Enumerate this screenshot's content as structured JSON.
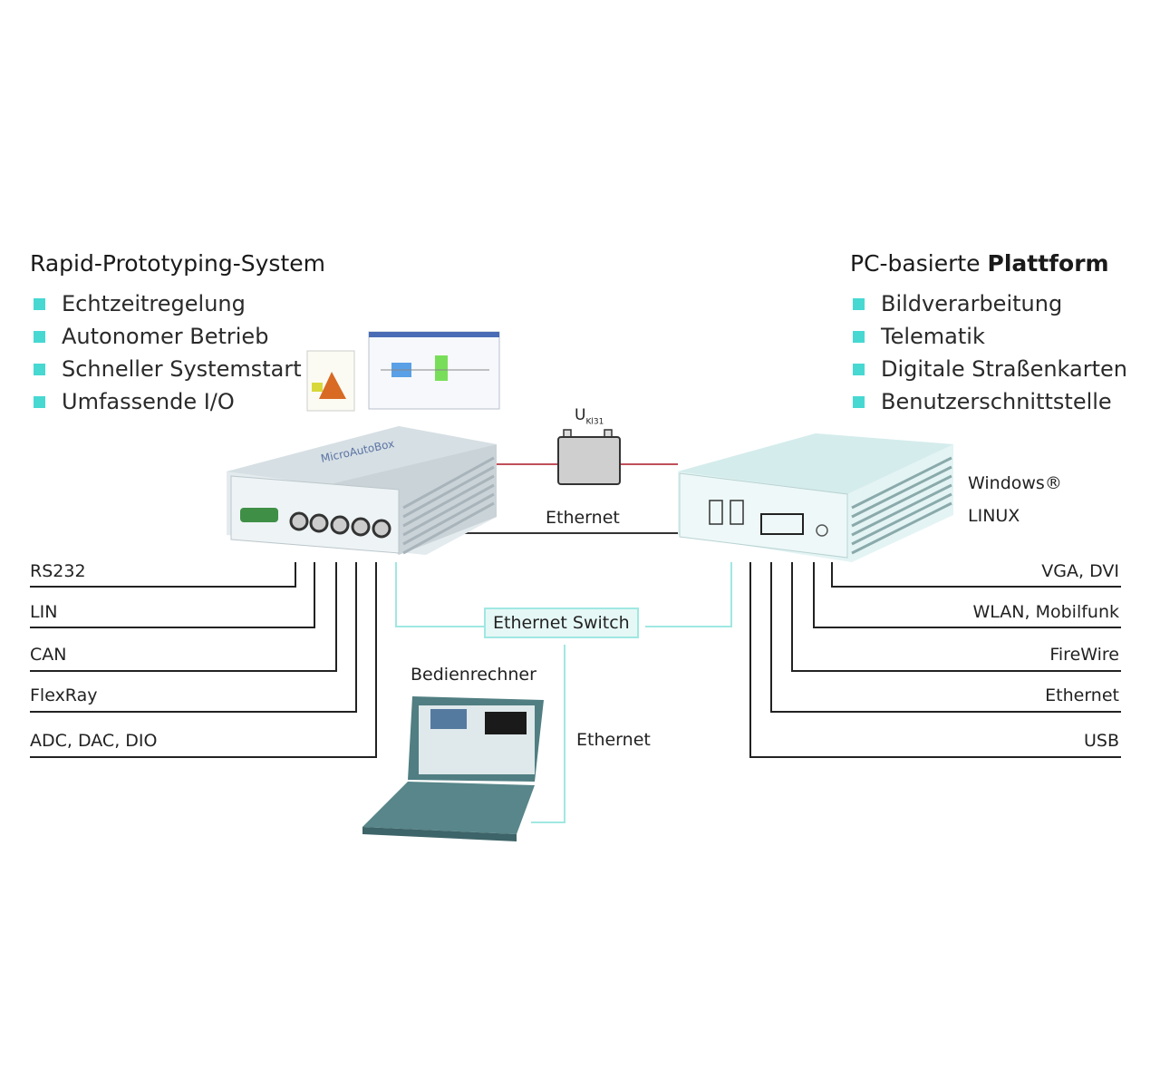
{
  "left_panel": {
    "title": "Rapid-Prototyping-System",
    "bullets": [
      "Echtzeitregelung",
      "Autonomer Betrieb",
      "Schneller Systemstart",
      "Umfassende I/O"
    ]
  },
  "right_panel": {
    "title_regular": "PC-basierte ",
    "title_bold": "Plattform",
    "bullets": [
      "Bildverarbeitung",
      "Telematik",
      "Digitale Straßenkarten",
      "Benutzerschnittstelle"
    ]
  },
  "center": {
    "battery_label": "U",
    "battery_subscript": "Kl31",
    "ethernet_link_label": "Ethernet",
    "switch_label": "Ethernet Switch",
    "operator_pc_label": "Bedienrechner",
    "operator_link_label": "Ethernet"
  },
  "pc_os": [
    "Windows®",
    "LINUX"
  ],
  "left_interfaces": [
    "RS232",
    "LIN",
    "CAN",
    "FlexRay",
    "ADC, DAC, DIO"
  ],
  "right_interfaces": [
    "VGA, DVI",
    "WLAN, Mobilfunk",
    "FireWire",
    "Ethernet",
    "USB"
  ],
  "colors": {
    "accent_cyan": "#47d8d2",
    "switch_line": "#9fe8e2",
    "power_line": "#c0505a",
    "interface_line": "#222222"
  }
}
